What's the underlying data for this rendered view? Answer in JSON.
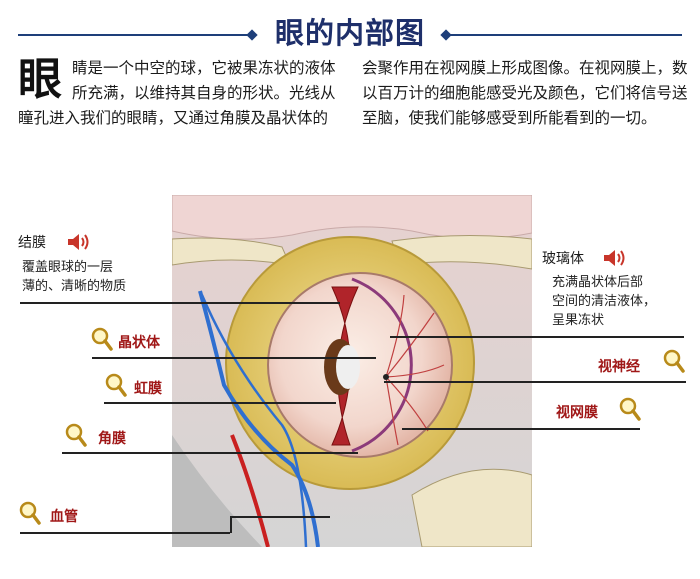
{
  "title": "眼的内部图",
  "intro": {
    "big_char": "眼",
    "left_text": "睛是一个中空的球，它被果冻状的液体所充满，以维持其自身的形状。光线从瞳孔进入我们的眼睛，又通过角膜及晶状体的",
    "right_text": "会聚作用在视网膜上形成图像。在视网膜上，数以百万计的细胞能感受光及颜色，它们将信号送至脑，使我们能够感受到所能看到的一切。"
  },
  "labels": {
    "conjunctiva": {
      "name": "结膜",
      "desc": [
        "覆盖眼球的一层",
        "薄的、清晰的物质"
      ],
      "icon": "speaker-icon"
    },
    "lens": {
      "name": "晶状体",
      "icon": "magnifier-icon"
    },
    "iris": {
      "name": "虹膜",
      "icon": "magnifier-icon"
    },
    "cornea": {
      "name": "角膜",
      "icon": "magnifier-icon"
    },
    "blood_vessel": {
      "name": "血管",
      "icon": "magnifier-icon"
    },
    "vitreous": {
      "name": "玻璃体",
      "desc": [
        "充满晶状体后部",
        "空间的清洁液体，",
        "呈果冻状"
      ],
      "icon": "speaker-icon"
    },
    "optic_nerve": {
      "name": "视神经",
      "icon": "magnifier-icon"
    },
    "retina": {
      "name": "视网膜",
      "icon": "magnifier-icon"
    }
  },
  "colors": {
    "title": "#1e2f6a",
    "label_red": "#a01818",
    "fat_yellow": "#e9d27a",
    "vessel_blue": "#2f6fd0",
    "vessel_red": "#c92020"
  }
}
